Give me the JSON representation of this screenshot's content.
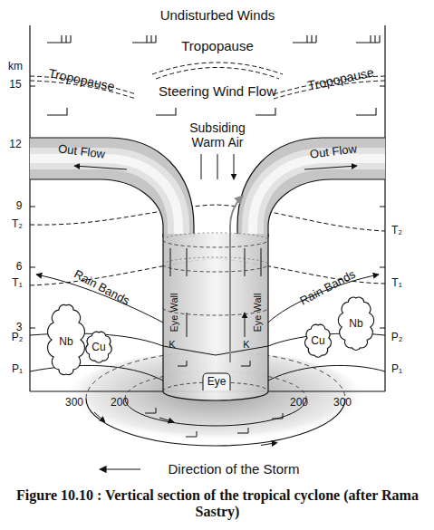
{
  "diagram": {
    "caption": "Figure 10.10 : Vertical section of the tropical cyclone (after Rama Sastry)",
    "nodes": [
      {
        "text": [
          "Out Flow"
        ]
      },
      {
        "text": [
          "Out Flow"
        ]
      },
      {
        "text": [
          "Eye Wall",
          "Eye Wall",
          "K",
          "K"
        ]
      },
      {
        "text": [
          "Nb"
        ]
      },
      {
        "text": [
          "Cu"
        ]
      },
      {
        "text": [
          "Cu"
        ]
      },
      {
        "text": [
          "Nb"
        ]
      },
      {
        "text": [
          "Eye"
        ],
        "in": 2
      }
    ],
    "labels": [
      "Undisturbed Winds",
      "Tropopause",
      "km",
      "15",
      "Tropopause",
      "Steering Wind Flow",
      "Tropopause",
      "Subsiding Warm Air",
      "12",
      "9",
      "T₂",
      "T₂",
      "6",
      "T₁",
      "T₁",
      "Rain Bands",
      "Rain Bands",
      "3",
      "P₂",
      "P₂",
      "P₁",
      "P₁",
      "300",
      "200",
      "200",
      "300",
      "Direction of the Storm"
    ]
  }
}
